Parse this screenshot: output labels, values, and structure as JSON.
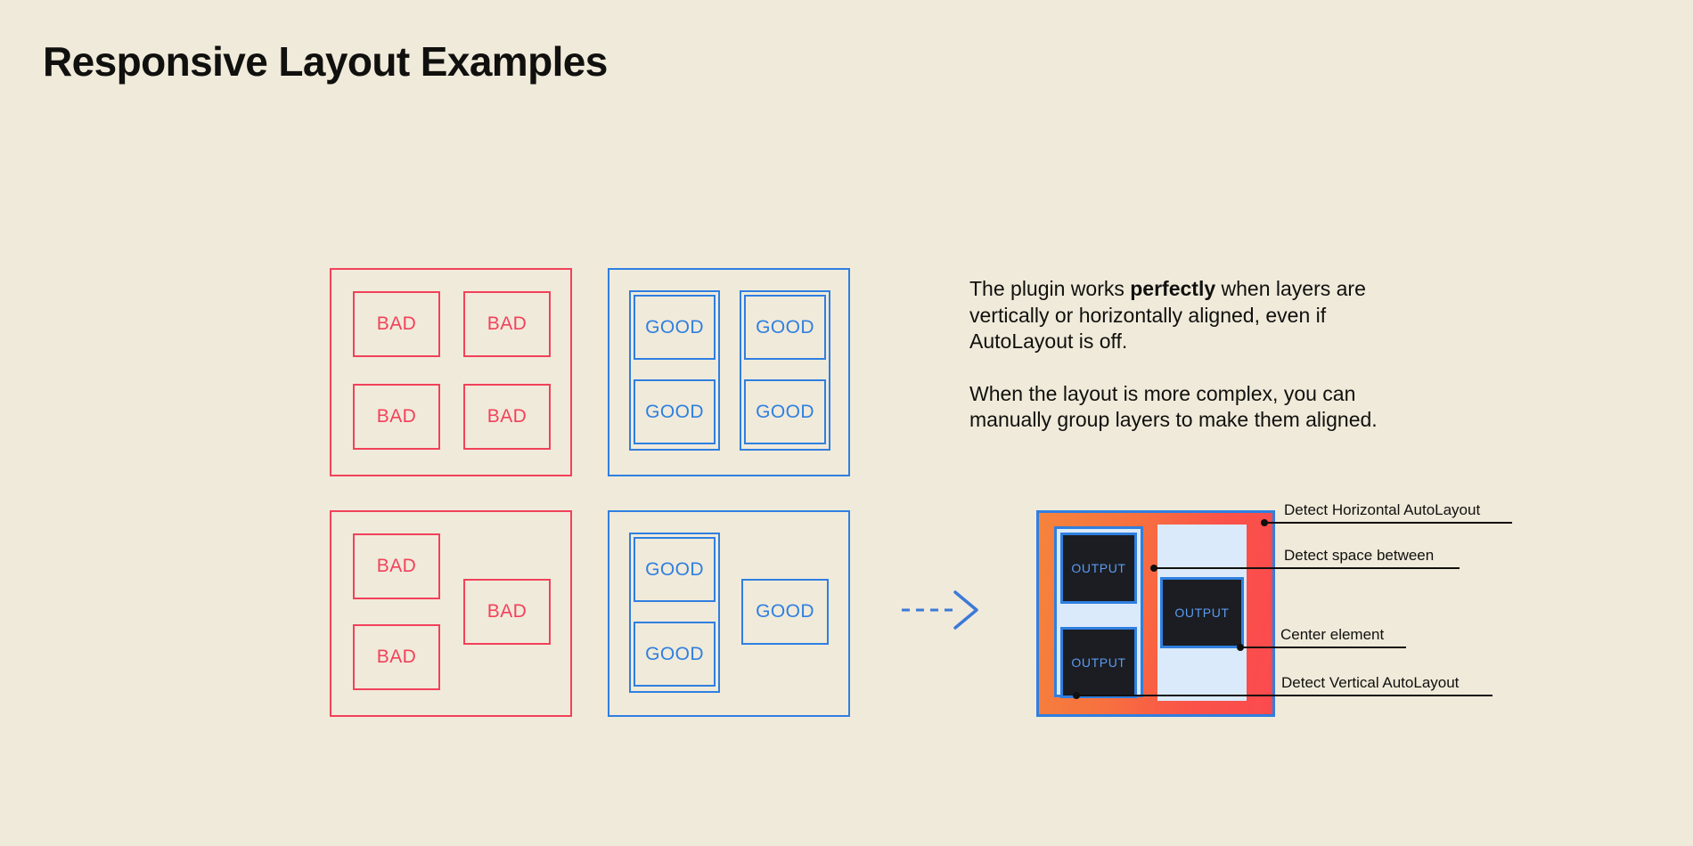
{
  "page": {
    "title": "Responsive Layout Examples",
    "background_color": "#F0EADA",
    "bad_color": "#F2415A",
    "good_color": "#2F7FE0",
    "text_color": "#10100E"
  },
  "examples": {
    "bad_grid": {
      "label": "bad-grid-example",
      "cells": [
        {
          "label": "BAD"
        },
        {
          "label": "BAD"
        },
        {
          "label": "BAD"
        },
        {
          "label": "BAD"
        }
      ]
    },
    "good_grid": {
      "label": "good-grid-example",
      "cells": [
        {
          "label": "GOOD"
        },
        {
          "label": "GOOD"
        },
        {
          "label": "GOOD"
        },
        {
          "label": "GOOD"
        }
      ]
    },
    "bad_complex": {
      "label": "bad-complex-example",
      "cells": [
        {
          "label": "BAD"
        },
        {
          "label": "BAD"
        },
        {
          "label": "BAD"
        }
      ]
    },
    "good_complex": {
      "label": "good-complex-example",
      "cells": [
        {
          "label": "GOOD"
        },
        {
          "label": "GOOD"
        },
        {
          "label": "GOOD"
        }
      ]
    }
  },
  "arrow": {
    "icon": "dashed-arrow-right-icon",
    "color": "#2F7FE0",
    "style": "dashed"
  },
  "copy": {
    "paragraph1_part1": "The plugin works ",
    "paragraph1_bold": "perfectly",
    "paragraph1_part2": " when layers are vertically or horizontally aligned, even if AutoLayout is off.",
    "paragraph2": "When the layout is more complex, you can manually group layers to make them aligned."
  },
  "figure": {
    "name": "autolayout-detection-figure",
    "frame_border_color": "#2F7FE0",
    "frame_fill_start": "#F5843C",
    "frame_fill_end": "#FB4A4F",
    "group_fill": "#DBEAFA",
    "output_fill": "#1B1D22",
    "output_text_color": "#5B9BF0",
    "outputs": [
      {
        "label": "OUTPUT"
      },
      {
        "label": "OUTPUT"
      },
      {
        "label": "OUTPUT"
      }
    ],
    "callouts": [
      {
        "label": "Detect Horizontal AutoLayout"
      },
      {
        "label": "Detect space between"
      },
      {
        "label": "Center element"
      },
      {
        "label": "Detect Vertical AutoLayout"
      }
    ]
  }
}
